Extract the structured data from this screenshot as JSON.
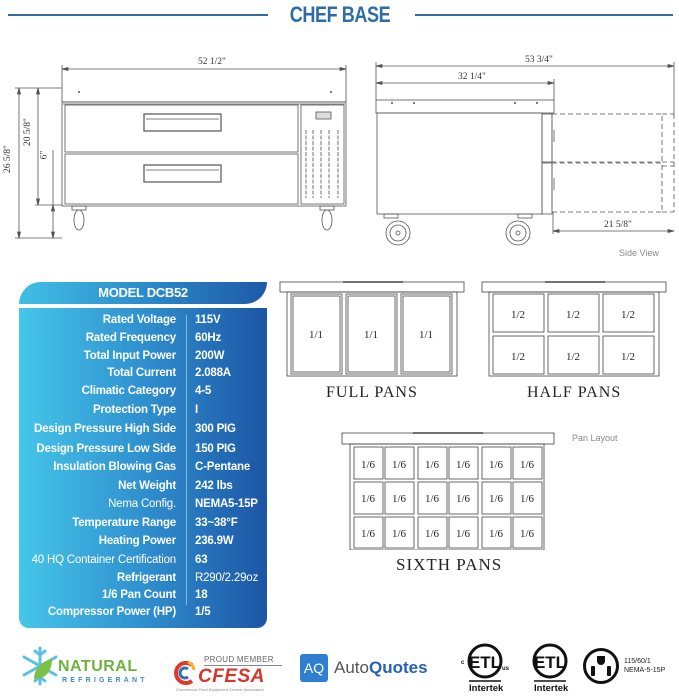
{
  "header": {
    "title": "CHEF BASE"
  },
  "front_view": {
    "width_dim": "52 1/2\"",
    "total_height_dim": "26 5/8\"",
    "body_height_dim": "20 5/8\"",
    "caster_height_dim": "6\""
  },
  "side_view": {
    "overall_depth_dim": "53 3/4\"",
    "cabinet_depth_dim": "32 1/4\"",
    "drawer_extension_dim": "21 5/8\"",
    "caption": "Side View"
  },
  "spec_panel": {
    "model": "MODEL DCB52",
    "rows": [
      {
        "label": "Rated  Voltage",
        "value": "115V"
      },
      {
        "label": "Rated  Frequency",
        "value": "60Hz"
      },
      {
        "label": "Total Input Power",
        "value": "200W"
      },
      {
        "label": "Total Current",
        "value": "2.088A"
      },
      {
        "label": "Climatic Category",
        "value": "4-5"
      },
      {
        "label": "Protection Type",
        "value": "I"
      },
      {
        "label": "Design Pressure High Side",
        "value": "300 PIG"
      },
      {
        "label": "Design Pressure Low Side",
        "value": "150 PIG"
      },
      {
        "label": "Insulation Blowing Gas",
        "value": "C-Pentane"
      },
      {
        "label": "Net Weight",
        "value": "242 lbs"
      },
      {
        "label": "Nema Config.",
        "value": "NEMA5-15P"
      },
      {
        "label": "Temperature Range",
        "value": "33~38°F"
      },
      {
        "label": "Heating Power",
        "value": "236.9W"
      },
      {
        "label": "40 HQ Container Certification",
        "value": "63"
      },
      {
        "label": "Refrigerant",
        "value": "R290/2.29oz"
      },
      {
        "label": "1/6 Pan Count",
        "value": "18"
      },
      {
        "label": "Compressor Power (HP)",
        "value": "1/5"
      }
    ],
    "colors": {
      "gradient_start": "#45c6ea",
      "gradient_end": "#1c55a5"
    }
  },
  "pan_layout": {
    "caption": "Pan Layout",
    "full": {
      "title": "FULL PANS",
      "cell": "1/1",
      "cols": 3,
      "rows": 1
    },
    "half": {
      "title": "HALF PANS",
      "cell": "1/2",
      "cols": 3,
      "rows": 2
    },
    "sixth": {
      "title": "SIXTH PANS",
      "cell": "1/6",
      "cols": 6,
      "rows": 3
    }
  },
  "logos": {
    "natural": {
      "word1": "NATURAL",
      "word2": "REFRIGERANT"
    },
    "cfesa": {
      "top": "PROUD MEMBER",
      "name": "CFESA",
      "sub": "Commercial Food Equipment Service Association"
    },
    "autoquotes": {
      "badge": "AQ",
      "name_a": "Auto",
      "name_b": "Quotes"
    },
    "etl1": {
      "mark": "ETL",
      "left": "c",
      "right": "us",
      "brand": "Intertek"
    },
    "etl2": {
      "mark": "ETL",
      "brand": "Intertek"
    },
    "plug": {
      "line1": "115/60/1",
      "line2": "NEMA-5-15P"
    }
  }
}
